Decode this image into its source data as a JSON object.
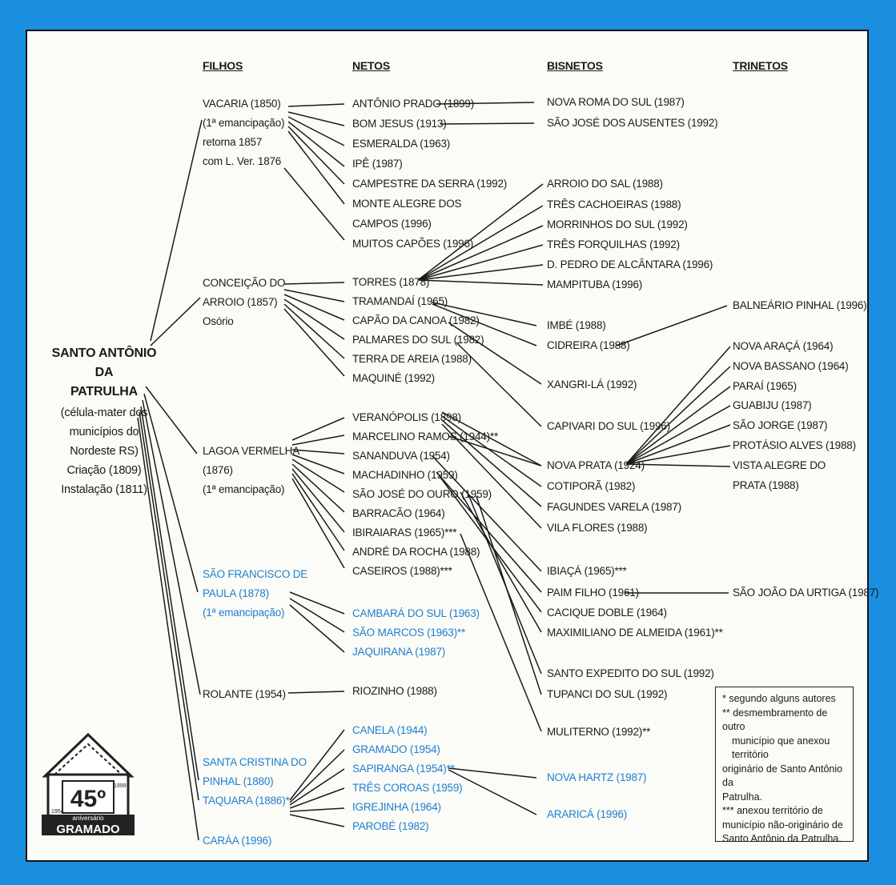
{
  "headers": {
    "filhos": "FILHOS",
    "netos": "NETOS",
    "bisnetos": "BISNETOS",
    "trinetos": "TRINETOS"
  },
  "root": {
    "line1": "SANTO ANTÔNIO",
    "line2": "DA",
    "line3": "PATRULHA",
    "line4": "(célula-mater dos",
    "line5": "municípios do",
    "line6": "Nordeste RS)",
    "line7": "Criação (1809)",
    "line8": "Instalação (1811)"
  },
  "filhos": {
    "vacaria": [
      "VACARIA (1850)",
      "(1ª emancipação)",
      "retorna 1857",
      "com L. Ver. 1876"
    ],
    "conceicao": [
      "CONCEIÇÃO DO",
      "ARROIO (1857)",
      "Osório"
    ],
    "lagoa": [
      "LAGOA VERMELHA",
      "(1876)",
      "(1ª emancipação)"
    ],
    "saofrancisco": [
      "SÃO FRANCISCO DE",
      "PAULA (1878)",
      "(1ª emancipação)"
    ],
    "rolante": "ROLANTE (1954)",
    "santacristina": [
      "SANTA CRISTINA DO",
      "PINHAL (1880)"
    ],
    "taquara": "TAQUARA (1886)*",
    "caraa": "CARÁA (1996)"
  },
  "netos": {
    "vacaria": [
      "ANTÔNIO PRADO (1899)",
      "BOM JESUS (1913)",
      "ESMERALDA (1963)",
      "IPÊ (1987)",
      "CAMPESTRE DA SERRA (1992)",
      "MONTE ALEGRE DOS",
      "CAMPOS (1996)",
      "MUITOS CAPÕES (1996)"
    ],
    "conceicao": [
      "TORRES (1878)",
      "TRAMANDAÍ (1965)",
      "CAPÃO DA CANOA (1982)",
      "PALMARES DO SUL (1982)",
      "TERRA DE AREIA (1988)",
      "MAQUINÉ (1992)"
    ],
    "lagoa": [
      "VERANÓPOLIS (1898)",
      "MARCELINO RAMOS (1944)**",
      "SANANDUVA (1954)",
      "MACHADINHO (1959)",
      "SÃO JOSÉ DO OURO (1959)",
      "BARRACÃO (1964)",
      "IBIRAIARAS (1965)***",
      "ANDRÉ DA ROCHA (1988)",
      "CASEIROS (1988)***"
    ],
    "saofrancisco": [
      "CAMBARÁ DO SUL (1963)",
      "SÃO MARCOS (1963)**",
      "JAQUIRANA (1987)"
    ],
    "rolante": "RIOZINHO (1988)",
    "taquara": [
      "CANELA (1944)",
      "GRAMADO (1954)",
      "SAPIRANGA (1954)**",
      "TRÊS COROAS (1959)",
      "IGREJINHA (1964)",
      "PAROBÉ (1982)"
    ]
  },
  "bisnetos": {
    "top": [
      "NOVA ROMA DO SUL (1987)",
      "SÃO JOSÉ DOS AUSENTES (1992)"
    ],
    "torres": [
      "ARROIO DO SAL (1988)",
      "TRÊS CACHOEIRAS (1988)",
      "MORRINHOS DO SUL (1992)",
      "TRÊS FORQUILHAS (1992)",
      "D. PEDRO DE ALCÂNTARA (1996)",
      "MAMPITUBA (1996)"
    ],
    "tramandai": [
      "IMBÉ (1988)",
      "CIDREIRA (1988)"
    ],
    "xangrila": "XANGRI-LÁ (1992)",
    "capivari": "CAPIVARI DO SUL (1996)",
    "lagoa": [
      "NOVA PRATA (1924)",
      "COTIPORÃ (1982)",
      "FAGUNDES VARELA (1987)",
      "VILA FLORES (1988)"
    ],
    "lower": [
      "IBIAÇÁ (1965)***",
      "PAIM FILHO (1961)",
      "CACIQUE DOBLE (1964)",
      "MAXIMILIANO DE ALMEIDA (1961)**",
      "SANTO EXPEDITO DO SUL (1992)",
      "TUPANCI DO SUL (1992)",
      "MULITERNO (1992)**"
    ],
    "sapiranga": [
      "NOVA HARTZ (1987)",
      "ARARICÁ (1996)"
    ]
  },
  "trinetos": {
    "cidreira": "BALNEÁRIO PINHAL (1996)",
    "novaprata": [
      "NOVA ARAÇÁ (1964)",
      "NOVA BASSANO (1964)",
      "PARAÍ (1965)",
      "GUABIJU (1987)",
      "SÃO JORGE (1987)",
      "PROTÁSIO ALVES (1988)",
      "VISTA ALEGRE DO",
      "PRATA (1988)"
    ],
    "paimfilho": "SÃO JOÃO DA URTIGA (1987)"
  },
  "legend": [
    "* segundo alguns autores",
    "** desmembramento de outro",
    "município que anexou território",
    "originário de Santo Antônio da",
    "Patrulha.",
    "*** anexou território de",
    "município não-originário de",
    "Santo Antônio da Patrulha."
  ],
  "logo": {
    "number": "45º",
    "sub": "aniversário",
    "name": "GRAMADO",
    "year1": "1954",
    "year2": "1999"
  },
  "colors": {
    "background": "#1a8fe0",
    "blue_text": "#1e7fd0",
    "panel": "#fbfbf7"
  }
}
